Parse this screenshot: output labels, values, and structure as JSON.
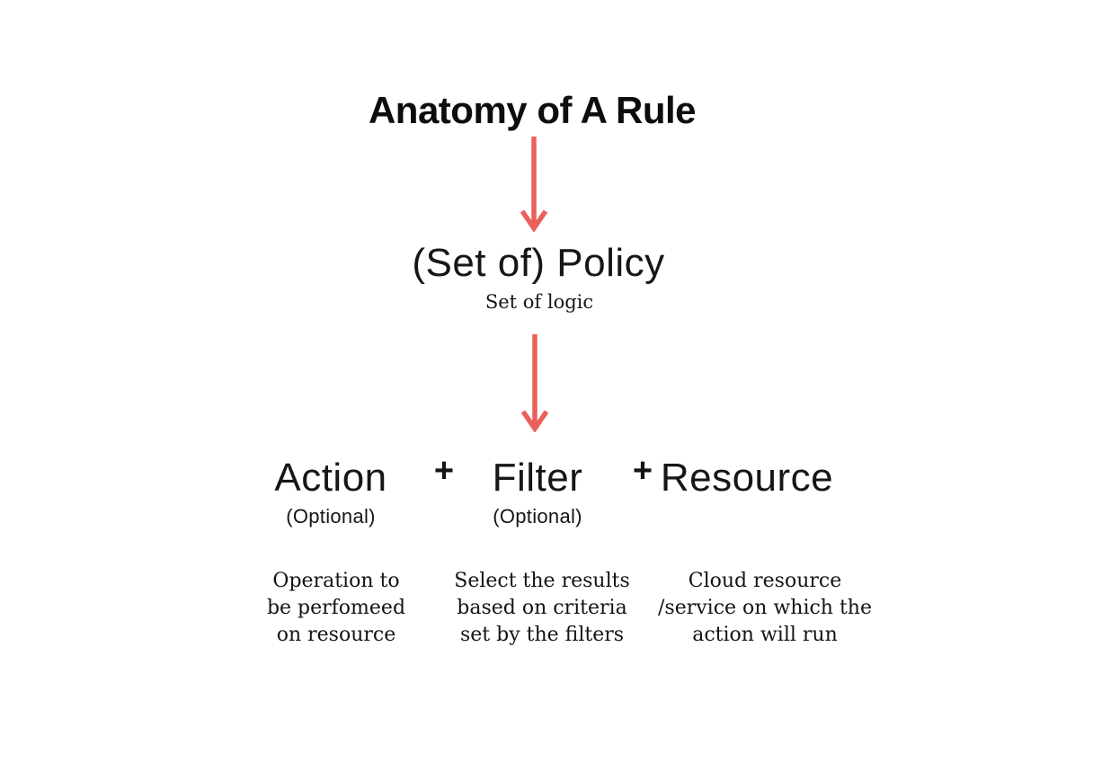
{
  "canvas": {
    "background": "#ffffff",
    "text_color": "#141414",
    "accent": "#e9615a"
  },
  "title": "Anatomy of A Rule",
  "policy": {
    "label": "(Set of) Policy",
    "sublabel": "Set of logic"
  },
  "plus": "+",
  "components": [
    {
      "label": "Action",
      "note": "(Optional)",
      "description": "Operation to\nbe perfomeed\non resource"
    },
    {
      "label": "Filter",
      "note": "(Optional)",
      "description": "Select the results\nbased on criteria\nset by the filters"
    },
    {
      "label": "Resource",
      "description": "Cloud resource\n/service on which the\naction will run"
    }
  ]
}
